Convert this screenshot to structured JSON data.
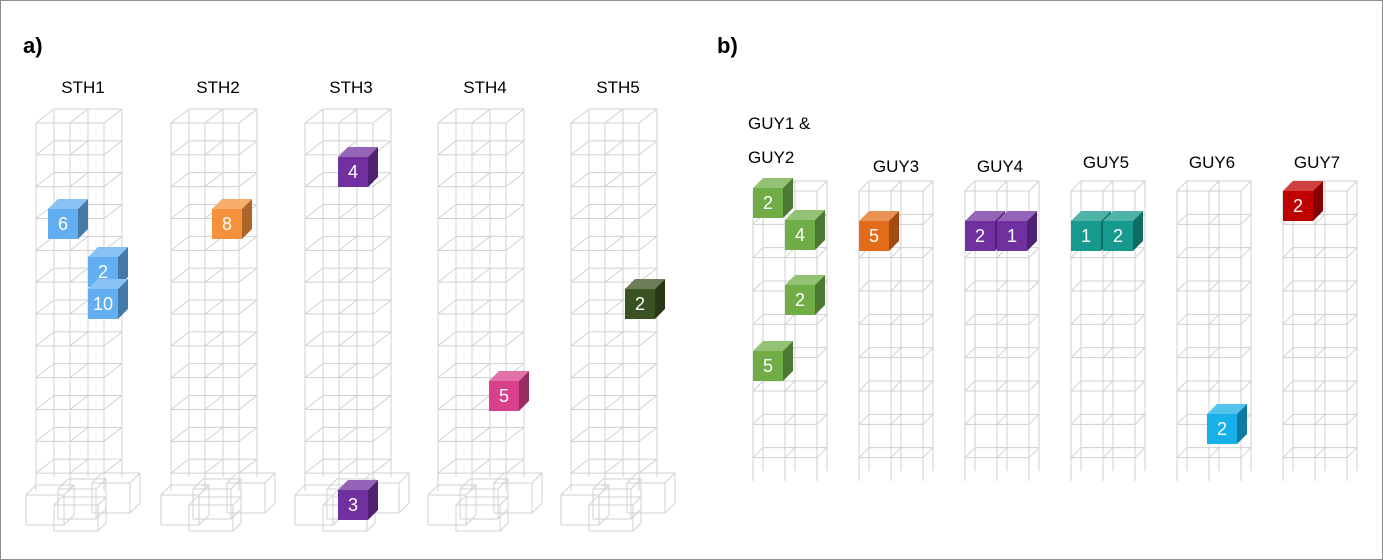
{
  "panel_a": {
    "letter": "a)",
    "columns": [
      {
        "label": "STH1",
        "cubes": [
          {
            "value": "6",
            "color": "#62aef0"
          },
          {
            "value": "2",
            "color": "#62aef0"
          },
          {
            "value": "10",
            "color": "#62aef0"
          }
        ]
      },
      {
        "label": "STH2",
        "cubes": [
          {
            "value": "8",
            "color": "#f5913b"
          }
        ]
      },
      {
        "label": "STH3",
        "cubes": [
          {
            "value": "4",
            "color": "#7030a0"
          },
          {
            "value": "3",
            "color": "#7030a0"
          }
        ]
      },
      {
        "label": "STH4",
        "cubes": [
          {
            "value": "5",
            "color": "#d9408c"
          }
        ]
      },
      {
        "label": "STH5",
        "cubes": [
          {
            "value": "2",
            "color": "#3a5222"
          }
        ]
      }
    ]
  },
  "panel_b": {
    "letter": "b)",
    "columns": [
      {
        "label_lines": [
          "GUY1 &",
          "GUY2"
        ],
        "cubes": [
          {
            "value": "2",
            "color": "#70ad47"
          },
          {
            "value": "4",
            "color": "#70ad47"
          },
          {
            "value": "2",
            "color": "#70ad47"
          },
          {
            "value": "5",
            "color": "#70ad47"
          }
        ]
      },
      {
        "label_lines": [
          "GUY3"
        ],
        "cubes": [
          {
            "value": "5",
            "color": "#e36c1b"
          }
        ]
      },
      {
        "label_lines": [
          "GUY4"
        ],
        "cubes": [
          {
            "value": "2",
            "color": "#7030a0"
          },
          {
            "value": "1",
            "color": "#7030a0"
          }
        ]
      },
      {
        "label_lines": [
          "GUY5"
        ],
        "cubes": [
          {
            "value": "1",
            "color": "#169a8e"
          },
          {
            "value": "2",
            "color": "#169a8e"
          }
        ]
      },
      {
        "label_lines": [
          "GUY6"
        ],
        "cubes": [
          {
            "value": "2",
            "color": "#17b0e8"
          }
        ]
      },
      {
        "label_lines": [
          "GUY7"
        ],
        "cubes": [
          {
            "value": "2",
            "color": "#c00000"
          }
        ]
      }
    ]
  }
}
